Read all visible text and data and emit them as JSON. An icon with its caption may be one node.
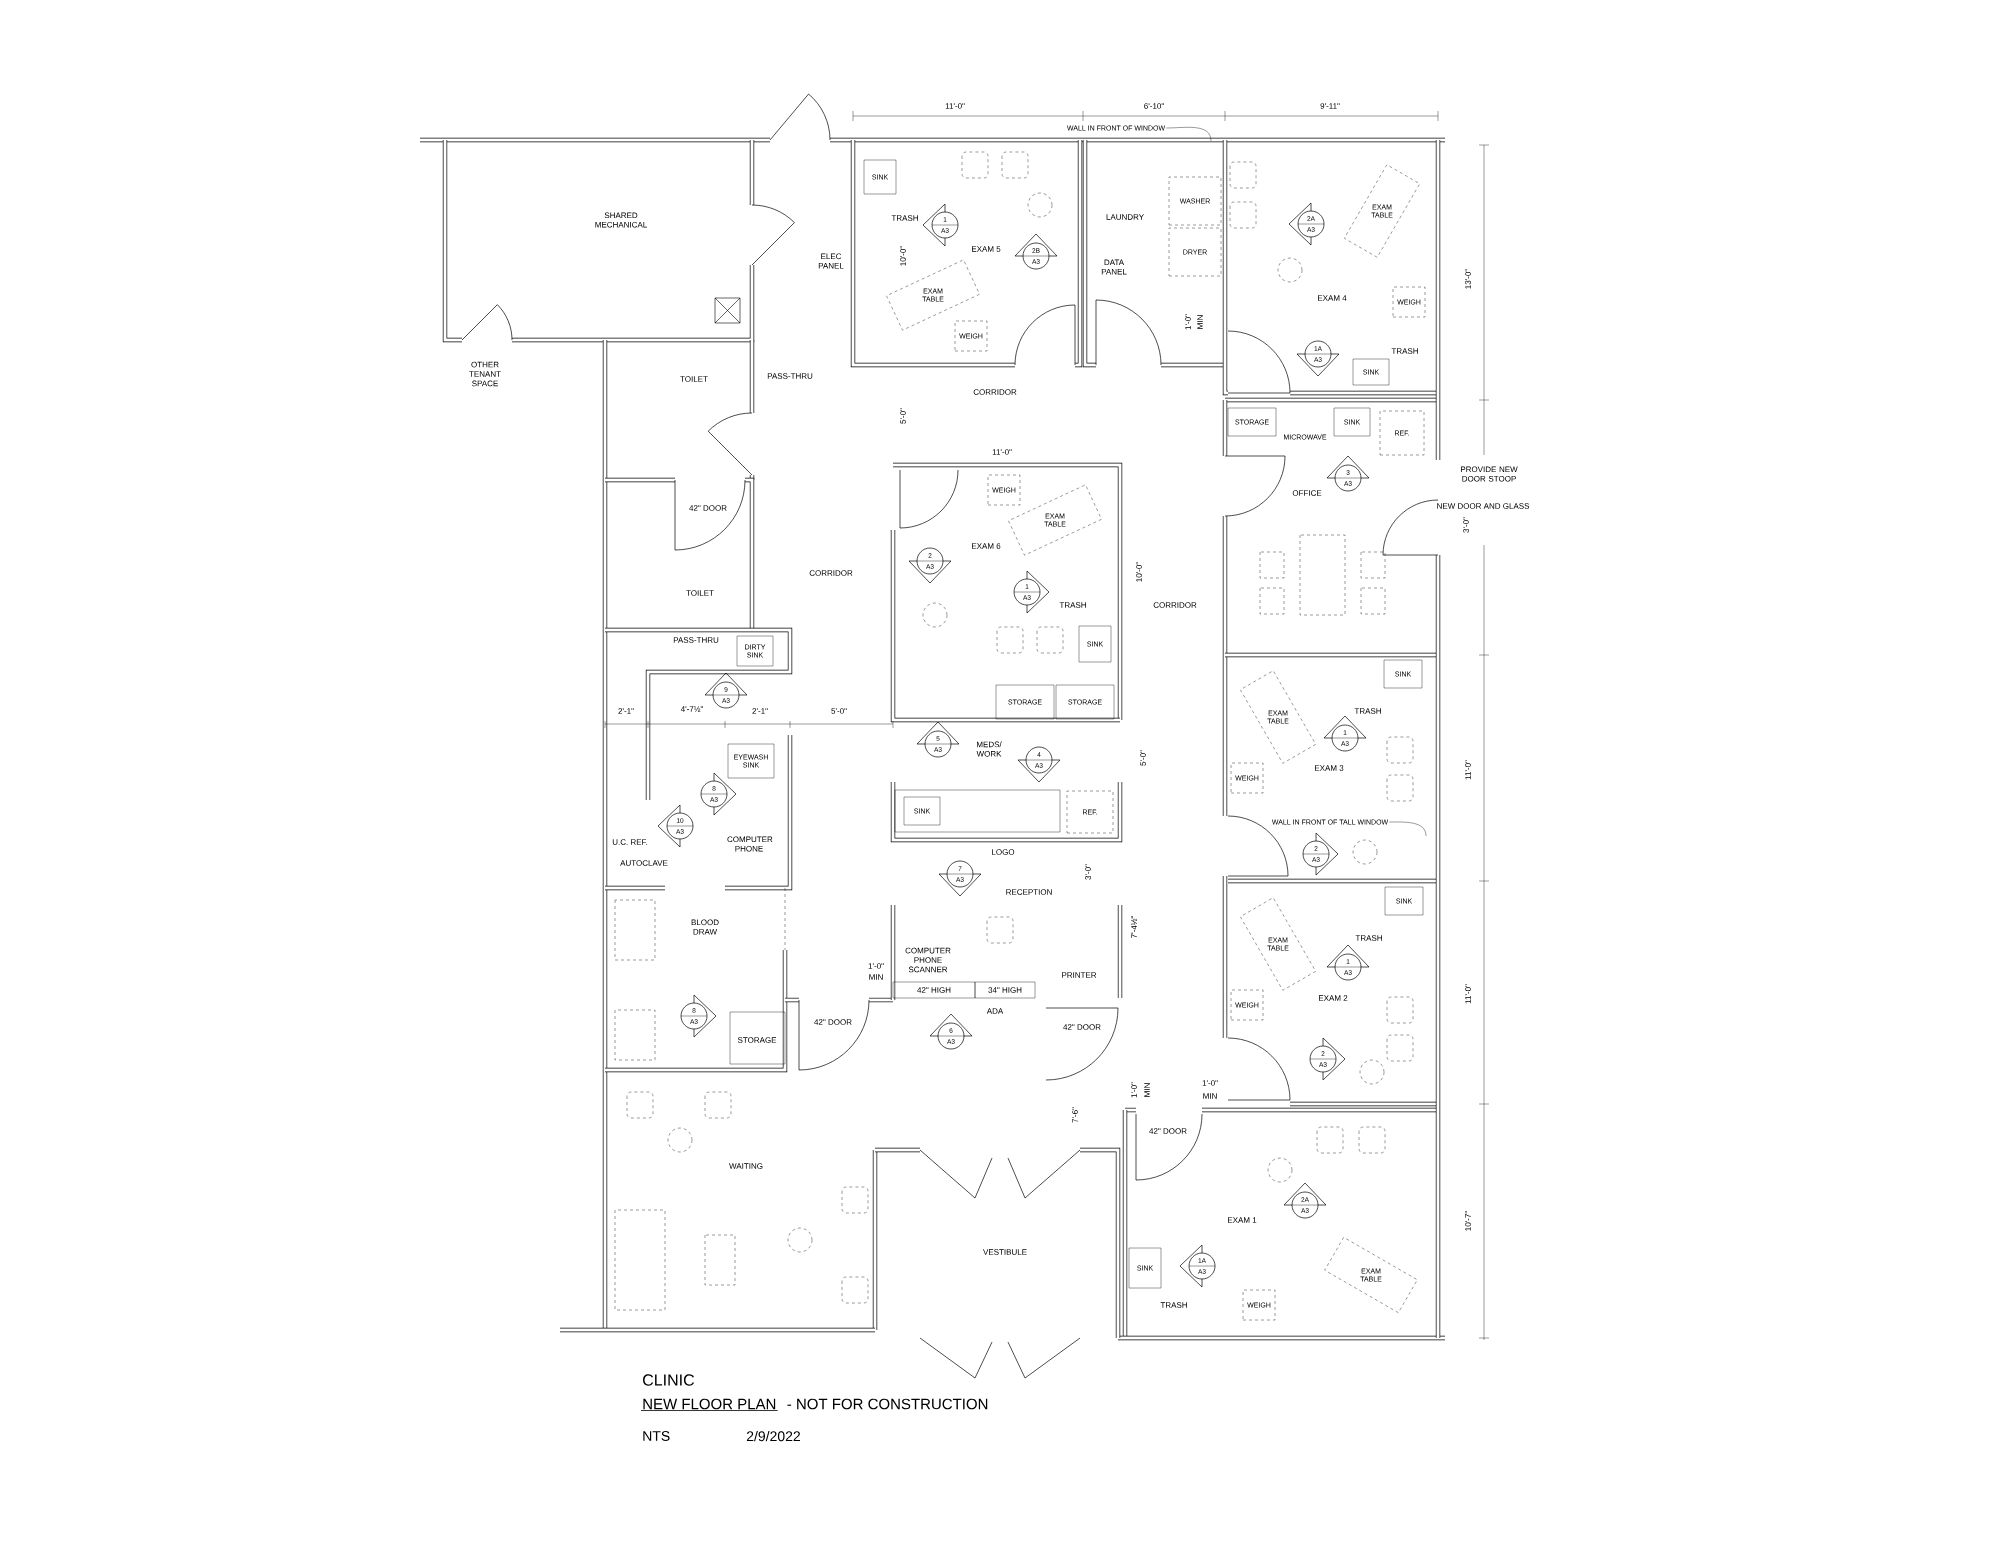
{
  "diagram": {
    "title": "CLINIC",
    "nodes": [
      {
        "text": [
          "WALL IN FRONT OF WINDOW"
        ]
      },
      {
        "text": [
          "SINK"
        ]
      },
      {
        "text": [
          "1",
          "A3"
        ]
      },
      {
        "text": [
          "WASHER"
        ]
      },
      {
        "text": [
          "DRYER"
        ]
      },
      {
        "text": [
          "2A",
          "A3"
        ]
      },
      {
        "text": [
          "EXAM TABLE"
        ]
      },
      {
        "text": [
          "2B",
          "A3"
        ]
      },
      {
        "text": [
          "EXAM TABLE"
        ]
      },
      {
        "text": [
          "WEIGH"
        ]
      },
      {
        "text": [
          "WEIGH"
        ]
      },
      {
        "text": [
          "1A",
          "A3"
        ]
      },
      {
        "text": [
          "SINK"
        ]
      },
      {
        "text": [
          "STORAGE"
        ]
      },
      {
        "text": [
          "SINK"
        ]
      },
      {
        "text": [
          "REF."
        ]
      },
      {
        "text": [
          "3",
          "A3"
        ]
      },
      {
        "text": [
          "WEIGH"
        ]
      },
      {
        "text": [
          "EXAM TABLE"
        ]
      },
      {
        "text": [
          "2",
          "A3"
        ]
      },
      {
        "text": [
          "1",
          "A3"
        ]
      },
      {
        "text": [
          "SINK"
        ]
      },
      {
        "text": [
          "DIRTY SINK"
        ]
      },
      {
        "text": [
          "9",
          "A3"
        ]
      },
      {
        "text": [
          "STORAGE"
        ]
      },
      {
        "text": [
          "STORAGE"
        ]
      },
      {
        "text": [
          "SINK"
        ]
      },
      {
        "text": [
          "EXAM TABLE"
        ]
      },
      {
        "text": [
          "1",
          "A3"
        ]
      },
      {
        "text": [
          "5",
          "A3"
        ]
      },
      {
        "text": [
          "4",
          "A3"
        ]
      },
      {
        "text": [
          "WEIGH"
        ]
      },
      {
        "text": [
          "EYEWASH SINK"
        ]
      },
      {
        "text": [
          "8",
          "A3"
        ]
      },
      {
        "text": [
          "SINK"
        ]
      },
      {
        "text": [
          "REF."
        ]
      },
      {
        "text": [
          "10",
          "A3"
        ]
      },
      {
        "text": [
          "WALL IN FRONT OF TALL WINDOW"
        ]
      },
      {
        "text": [
          "2",
          "A3"
        ]
      },
      {
        "text": [
          "7",
          "A3"
        ]
      },
      {
        "text": [
          "SINK"
        ]
      },
      {
        "text": [
          "EXAM TABLE"
        ]
      },
      {
        "text": [
          "1",
          "A3"
        ]
      },
      {
        "text": [
          "WEIGH"
        ]
      },
      {
        "text": [
          "8",
          "A3"
        ]
      },
      {
        "text": [
          "6",
          "A3"
        ]
      },
      {
        "text": [
          "2",
          "A3"
        ]
      },
      {
        "text": [
          "2A",
          "A3"
        ]
      },
      {
        "text": [
          "EXAM TABLE"
        ]
      },
      {
        "text": [
          "1A",
          "A3"
        ]
      },
      {
        "text": [
          "SINK"
        ]
      },
      {
        "text": [
          "WEIGH"
        ]
      }
    ],
    "edges": [
      {
        "from": 0,
        "to": null,
        "arrow": "none"
      },
      {
        "from": 37,
        "to": null,
        "arrow": "none"
      }
    ],
    "labels": [
      "11'-0\"",
      "6'-10\"",
      "9'-11\"",
      "SHARED MECHANICAL",
      "TRASH",
      "LAUNDRY",
      "ELEC PANEL",
      "10'-0\"",
      "EXAM 5",
      "DATA PANEL",
      "13'-0\"",
      "EXAM 4",
      "1'-0\"",
      "MIN",
      "TRASH",
      "OTHER TENANT SPACE",
      "TOILET",
      "PASS-THRU",
      "CORRIDOR",
      "5'-0\"",
      "MICROWAVE",
      "11'-0\"",
      "PROVIDE NEW DOOR STOOP",
      "OFFICE",
      "42\" DOOR",
      "NEW DOOR AND GLASS",
      "3'-0\"",
      "EXAM 6",
      "CORRIDOR",
      "10'-0\"",
      "TOILET",
      "TRASH",
      "CORRIDOR",
      "PASS-THRU",
      "2'-1\"",
      "4'-7½\"",
      "2'-1\"",
      "5'-0\"",
      "TRASH",
      "MEDS/ WORK",
      "5'-0\"",
      "EXAM 3",
      "11'-0\"",
      "U.C. REF.",
      "COMPUTER PHONE",
      "LOGO",
      "AUTOCLAVE",
      "3'-0\"",
      "RECEPTION",
      "BLOOD DRAW",
      "7'-4½\"",
      "TRASH",
      "1'-0\"",
      "MIN",
      "COMPUTER PHONE SCANNER",
      "PRINTER",
      "42\" HIGH",
      "34\" HIGH",
      "EXAM 2",
      "11'-0\"",
      "ADA",
      "42\" DOOR",
      "42\" DOOR",
      "STORAGE",
      "1'-0\"",
      "MIN",
      "1'-0\"",
      "MIN",
      "7'-6\"",
      "42\" DOOR",
      "WAITING",
      "EXAM 1",
      "10'-7\"",
      "VESTIBULE",
      "TRASH",
      "NEW FLOOR PLAN",
      "- NOT FOR CONSTRUCTION",
      "NTS",
      "2/9/2022"
    ]
  }
}
